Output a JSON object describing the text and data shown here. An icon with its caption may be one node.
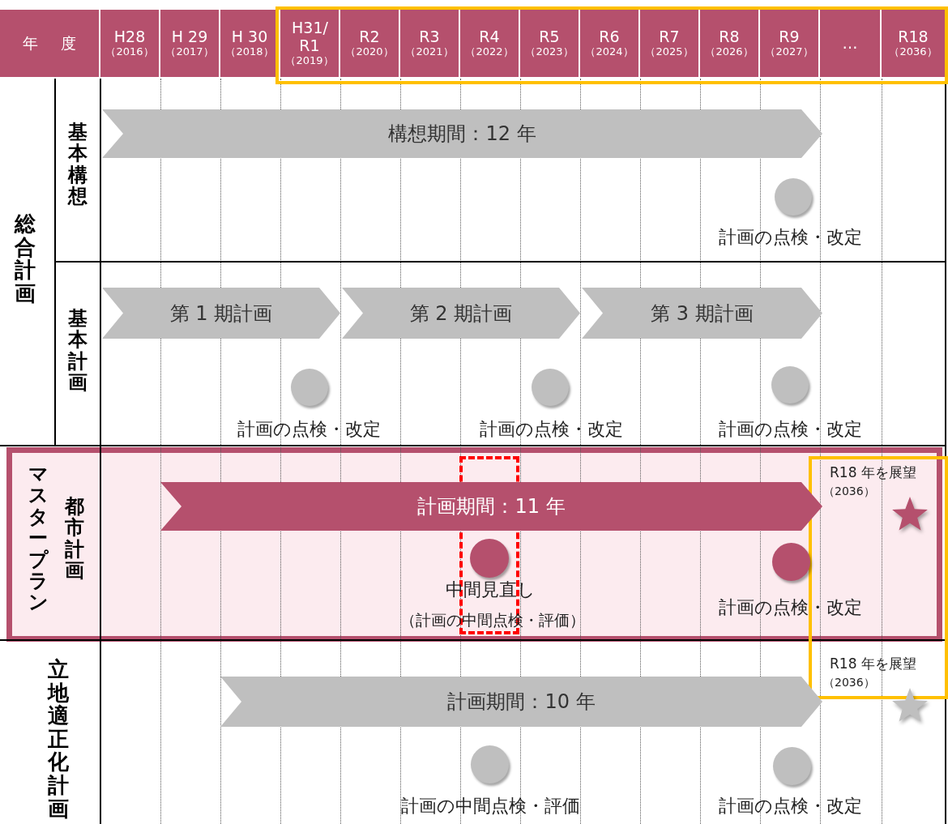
{
  "diagram": {
    "nodes": [
      {
        "text": [
          "構想期間：12 年"
        ]
      },
      {
        "text": [],
        "shape": "circle",
        "beside": [
          "計画の点検・改定"
        ]
      },
      {
        "text": [
          "第 1 期計画"
        ]
      },
      {
        "text": [
          "第 2 期計画"
        ]
      },
      {
        "text": [
          "第 3 期計画"
        ]
      },
      {
        "text": [],
        "shape": "circle",
        "beside": [
          "計画の点検・改定"
        ]
      },
      {
        "text": [],
        "shape": "circle",
        "beside": [
          "計画の点検・改定"
        ]
      },
      {
        "text": [],
        "shape": "circle",
        "beside": [
          "計画の点検・改定"
        ]
      },
      {
        "text": [
          "計画期間：11 年"
        ]
      },
      {
        "text": [],
        "shape": "circle",
        "beside": [
          "中間見直し",
          "（計画の中間点検・評価）"
        ]
      },
      {
        "text": [],
        "shape": "circle",
        "beside": [
          "計画の点検・改定"
        ]
      },
      {
        "text": [],
        "shape": "star",
        "beside": [
          "R18 年を展望",
          "（2036）"
        ]
      },
      {
        "text": [
          "計画期間：10 年"
        ]
      },
      {
        "text": [],
        "shape": "circle",
        "beside": [
          "計画の中間点検・評価"
        ]
      },
      {
        "text": [],
        "shape": "circle",
        "beside": [
          "計画の点検・改定"
        ]
      },
      {
        "text": [],
        "shape": "star",
        "beside": [
          "R18 年を展望",
          "（2036）"
        ]
      }
    ],
    "edges": [],
    "labels": [
      "年 度",
      "H28",
      "（2016）",
      "H 29",
      "（2017）",
      "H 30",
      "（2018）",
      "H31/ R1",
      "（2019）",
      "R2",
      "（2020）",
      "R3",
      "（2021）",
      "R4",
      "（2022）",
      "R5",
      "（2023）",
      "R6",
      "（2024）",
      "R7",
      "（2025）",
      "R8",
      "（2026）",
      "R9",
      "（2027）",
      "…",
      "R18",
      "（2036）",
      "総合計画",
      "基本構想",
      "基本計画",
      "都市計画",
      "マスタープラン",
      "立地適正化計画"
    ]
  }
}
